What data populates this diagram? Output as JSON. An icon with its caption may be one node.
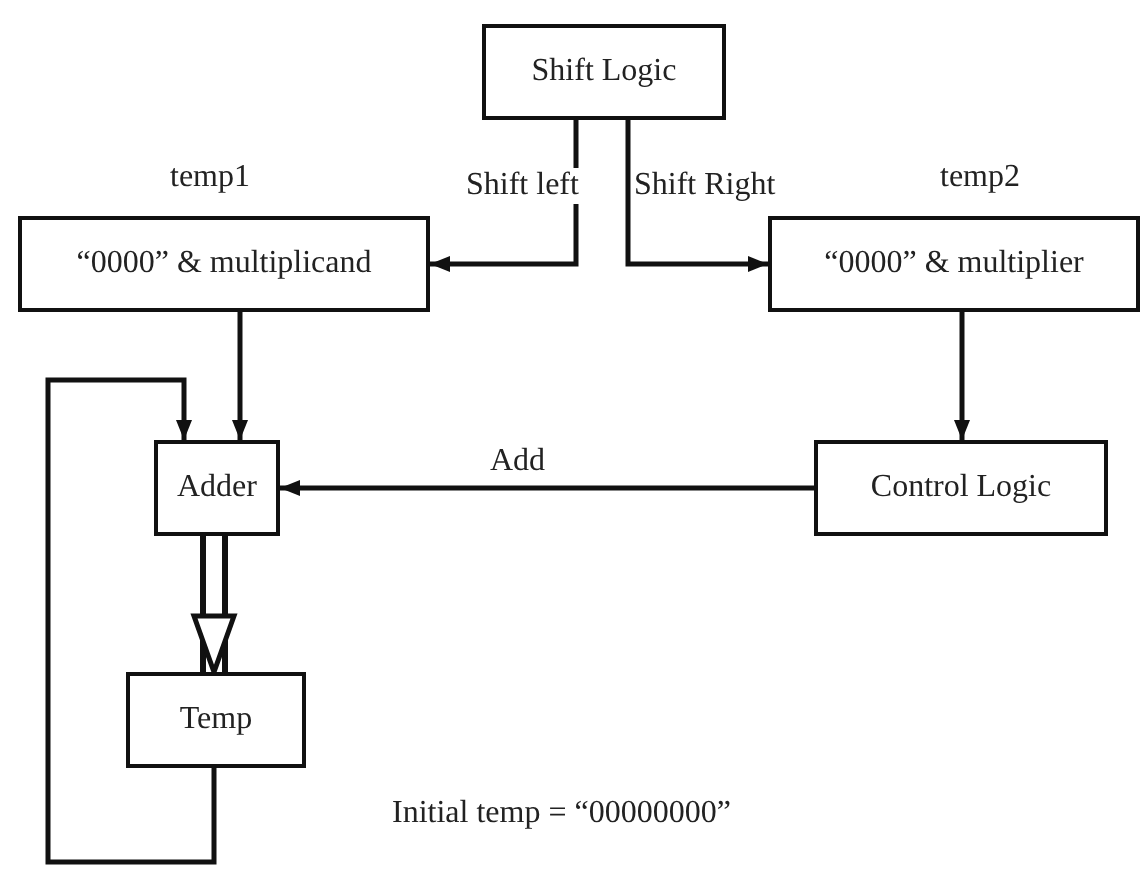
{
  "diagram": {
    "nodes": [
      {
        "text": [
          "Shift Logic"
        ]
      },
      {
        "text": [
          "“0000” & multiplicand"
        ],
        "beside": [
          "temp1"
        ]
      },
      {
        "text": [
          "“0000” & multiplier"
        ],
        "beside": [
          "temp2"
        ]
      },
      {
        "text": [
          "Adder"
        ]
      },
      {
        "text": [
          "Control Logic"
        ]
      },
      {
        "text": [
          "Temp"
        ]
      }
    ],
    "edges": [
      {
        "from": 0,
        "to": 1,
        "arrow": "to",
        "label": "Shift left"
      },
      {
        "from": 0,
        "to": 2,
        "arrow": "to",
        "label": "Shift Right"
      },
      {
        "from": 1,
        "to": 3,
        "arrow": "to"
      },
      {
        "from": 2,
        "to": 4,
        "arrow": "to"
      },
      {
        "from": 4,
        "to": 3,
        "arrow": "to",
        "label": "Add"
      },
      {
        "from": 3,
        "to": 5,
        "arrow": "to",
        "style": "thick"
      },
      {
        "from": 5,
        "to": 3,
        "arrow": "to"
      }
    ],
    "labels": [
      "Initial temp = “00000000”"
    ]
  }
}
